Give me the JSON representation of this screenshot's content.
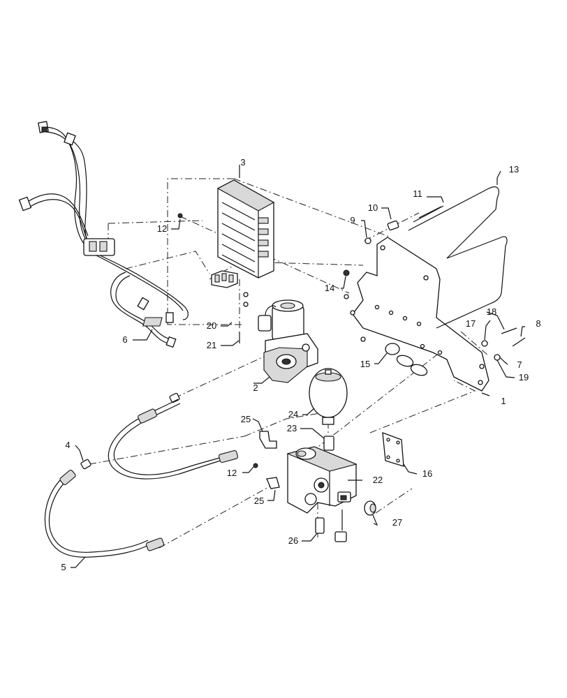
{
  "callouts": [
    {
      "id": "1",
      "label": "1"
    },
    {
      "id": "2",
      "label": "2"
    },
    {
      "id": "3",
      "label": "3"
    },
    {
      "id": "4",
      "label": "4"
    },
    {
      "id": "5",
      "label": "5"
    },
    {
      "id": "6",
      "label": "6"
    },
    {
      "id": "7",
      "label": "7"
    },
    {
      "id": "8",
      "label": "8"
    },
    {
      "id": "9",
      "label": "9"
    },
    {
      "id": "10",
      "label": "10"
    },
    {
      "id": "11",
      "label": "11"
    },
    {
      "id": "12a",
      "label": "12"
    },
    {
      "id": "12b",
      "label": "12"
    },
    {
      "id": "13",
      "label": "13"
    },
    {
      "id": "14",
      "label": "14"
    },
    {
      "id": "15",
      "label": "15"
    },
    {
      "id": "16",
      "label": "16"
    },
    {
      "id": "17",
      "label": "17"
    },
    {
      "id": "18",
      "label": "18"
    },
    {
      "id": "19",
      "label": "19"
    },
    {
      "id": "20",
      "label": "20"
    },
    {
      "id": "21",
      "label": "21"
    },
    {
      "id": "22",
      "label": "22"
    },
    {
      "id": "23",
      "label": "23"
    },
    {
      "id": "24",
      "label": "24"
    },
    {
      "id": "25a",
      "label": "25"
    },
    {
      "id": "25b",
      "label": "25"
    },
    {
      "id": "26",
      "label": "26"
    },
    {
      "id": "27",
      "label": "27"
    }
  ]
}
